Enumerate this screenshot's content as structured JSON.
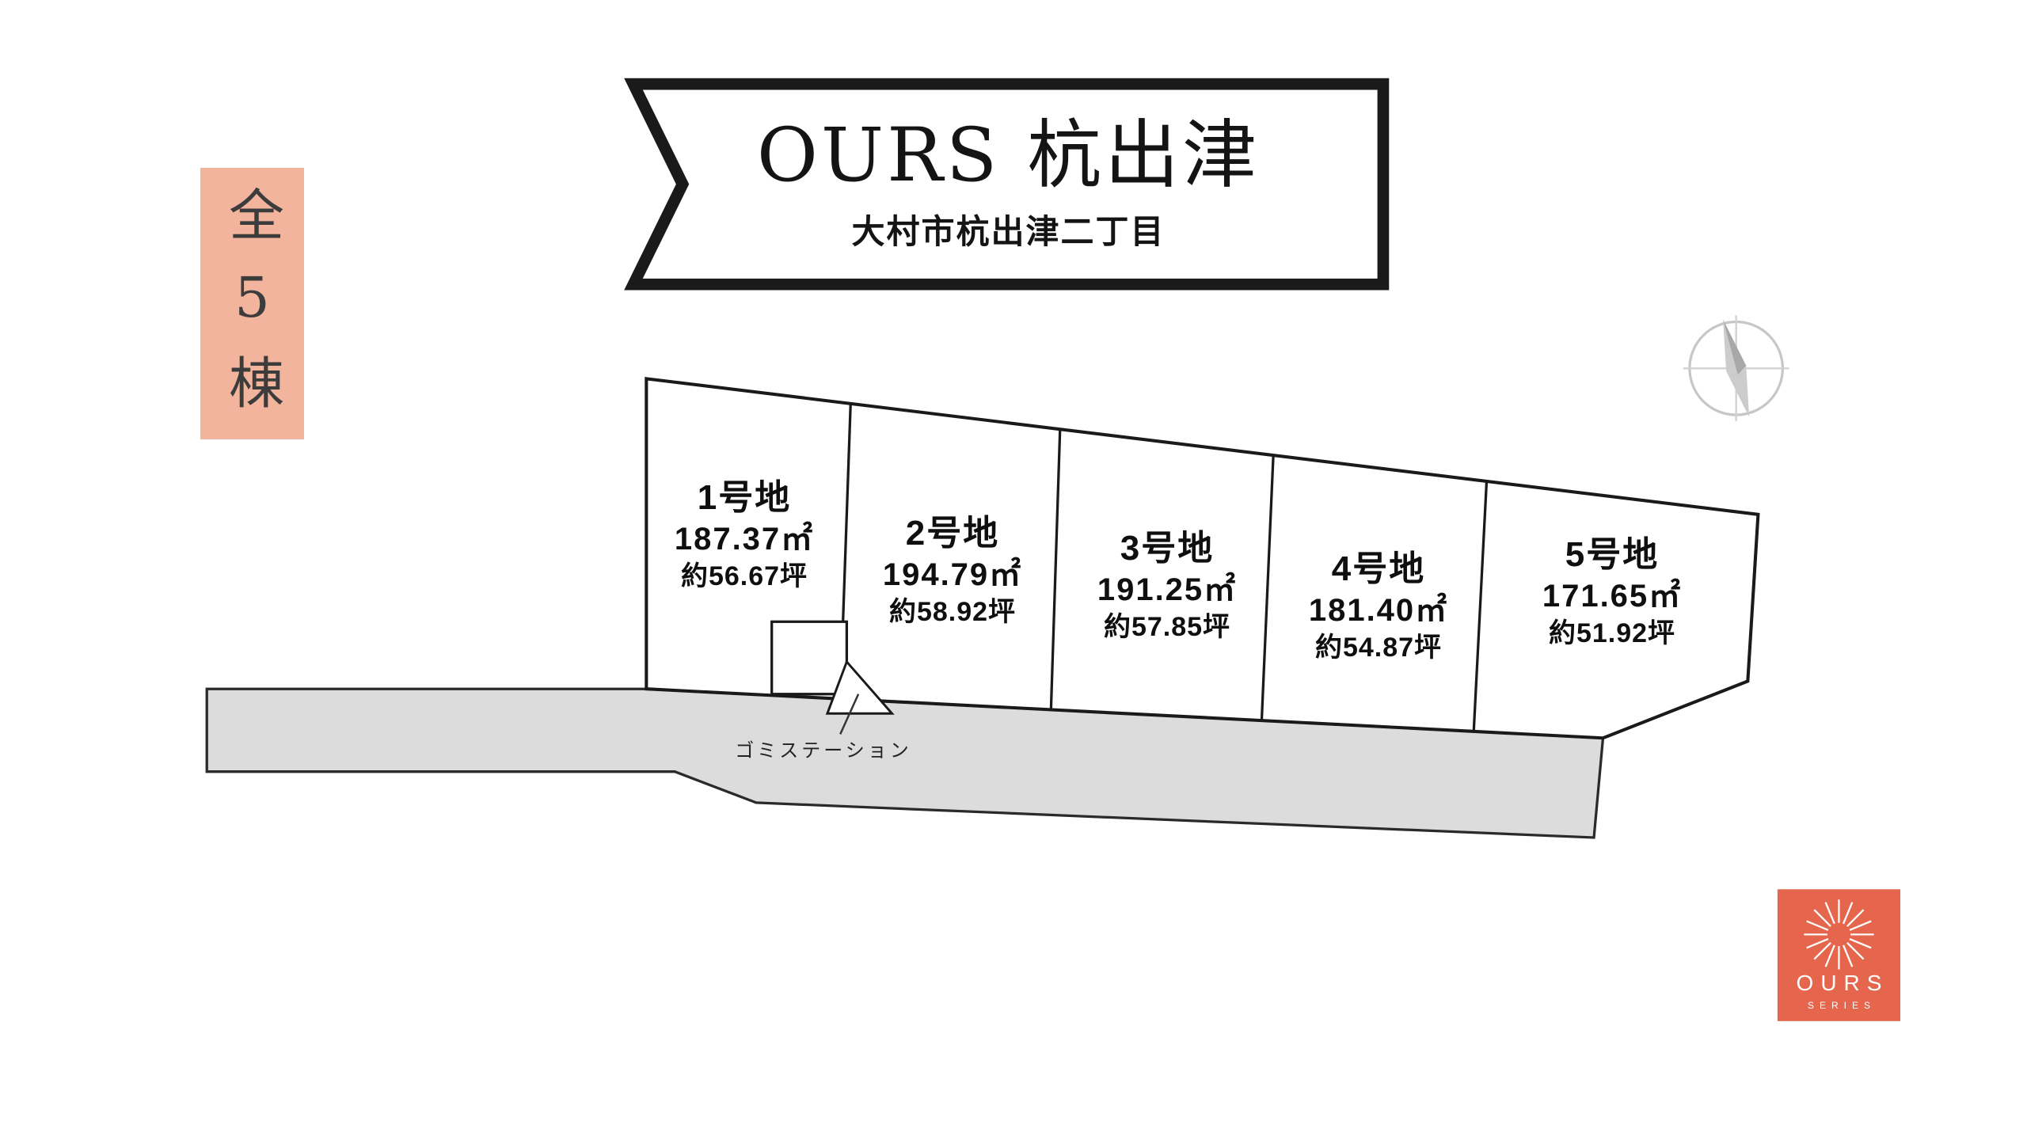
{
  "badge": {
    "text": "全5棟"
  },
  "banner": {
    "title": "OURS 杭出津",
    "subtitle": "大村市杭出津二丁目"
  },
  "plots": [
    {
      "name": "1号地",
      "area": "187.37㎡",
      "tsubo": "約56.67坪"
    },
    {
      "name": "2号地",
      "area": "194.79㎡",
      "tsubo": "約58.92坪"
    },
    {
      "name": "3号地",
      "area": "191.25㎡",
      "tsubo": "約57.85坪"
    },
    {
      "name": "4号地",
      "area": "181.40㎡",
      "tsubo": "約54.87坪"
    },
    {
      "name": "5号地",
      "area": "171.65㎡",
      "tsubo": "約51.92坪"
    }
  ],
  "garbage_station": {
    "label": "ゴミステーション"
  },
  "logo": {
    "title": "OURS",
    "subtitle": "SERIES"
  },
  "colors": {
    "badge_bg": "#F2B49C",
    "road_fill": "#DCDCDC",
    "logo_bg": "#E5664C",
    "line": "#1A1A1A",
    "compass": "#C7C7C7"
  }
}
